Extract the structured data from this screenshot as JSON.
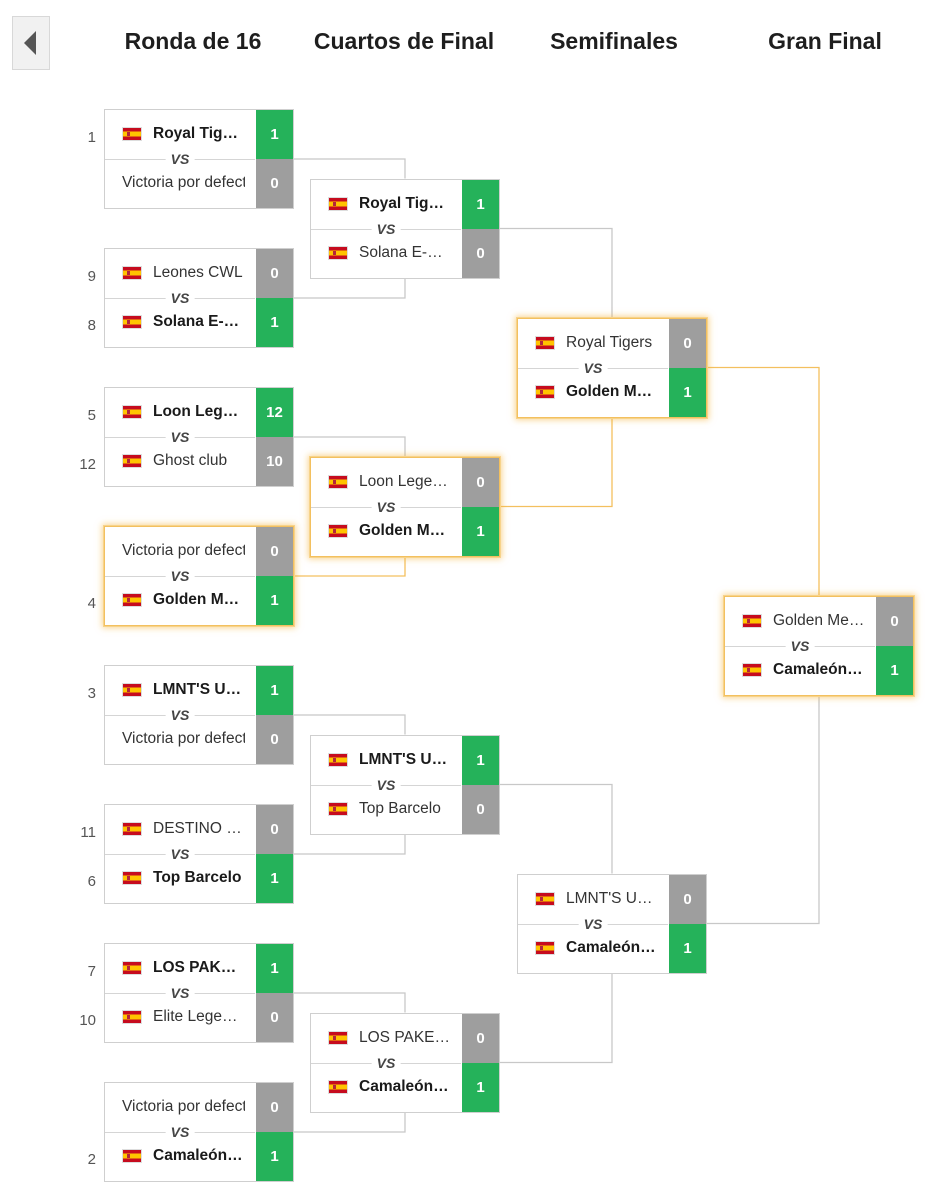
{
  "nav": {
    "back_icon": "chevron-left-icon"
  },
  "rounds": [
    "Ronda de 16",
    "Cuartos de Final",
    "Semifinales",
    "Gran Final"
  ],
  "colors": {
    "win": "#25b25a",
    "loss": "#9e9e9e",
    "highlight": "#f3c05f",
    "connector": "#c8c8c8"
  },
  "matches": [
    {
      "round": 0,
      "index": 0,
      "highlight": false,
      "teams": [
        {
          "seed": "1",
          "name": "Royal Tigers",
          "score": "1",
          "winner": true,
          "flag": true
        },
        {
          "seed": "",
          "name": "Victoria por defecto",
          "score": "0",
          "winner": false,
          "flag": false
        }
      ]
    },
    {
      "round": 0,
      "index": 1,
      "highlight": false,
      "teams": [
        {
          "seed": "9",
          "name": "Leones CWL",
          "score": "0",
          "winner": false,
          "flag": true
        },
        {
          "seed": "8",
          "name": "Solana E-Sports",
          "score": "1",
          "winner": true,
          "flag": true
        }
      ]
    },
    {
      "round": 0,
      "index": 2,
      "highlight": false,
      "teams": [
        {
          "seed": "5",
          "name": "Loon Legends",
          "score": "12",
          "winner": true,
          "flag": true
        },
        {
          "seed": "12",
          "name": "Ghost club",
          "score": "10",
          "winner": false,
          "flag": true
        }
      ]
    },
    {
      "round": 0,
      "index": 3,
      "highlight": true,
      "teams": [
        {
          "seed": "",
          "name": "Victoria por defecto",
          "score": "0",
          "winner": false,
          "flag": false
        },
        {
          "seed": "4",
          "name": "Golden Members",
          "score": "1",
          "winner": true,
          "flag": true
        }
      ]
    },
    {
      "round": 0,
      "index": 4,
      "highlight": false,
      "teams": [
        {
          "seed": "3",
          "name": "LMNT'S UNITED",
          "score": "1",
          "winner": true,
          "flag": true
        },
        {
          "seed": "",
          "name": "Victoria por defecto",
          "score": "0",
          "winner": false,
          "flag": false
        }
      ]
    },
    {
      "round": 0,
      "index": 5,
      "highlight": false,
      "teams": [
        {
          "seed": "11",
          "name": "DESTINO FINAL",
          "score": "0",
          "winner": false,
          "flag": true
        },
        {
          "seed": "6",
          "name": "Top Barcelo",
          "score": "1",
          "winner": true,
          "flag": true
        }
      ]
    },
    {
      "round": 0,
      "index": 6,
      "highlight": false,
      "teams": [
        {
          "seed": "7",
          "name": "LOS PAKETES",
          "score": "1",
          "winner": true,
          "flag": true
        },
        {
          "seed": "10",
          "name": "Elite Legends",
          "score": "0",
          "winner": false,
          "flag": true
        }
      ]
    },
    {
      "round": 0,
      "index": 7,
      "highlight": false,
      "teams": [
        {
          "seed": "",
          "name": "Victoria por defecto",
          "score": "0",
          "winner": false,
          "flag": false
        },
        {
          "seed": "2",
          "name": "Camaleón Gaming",
          "score": "1",
          "winner": true,
          "flag": true
        }
      ]
    },
    {
      "round": 1,
      "index": 0,
      "highlight": false,
      "teams": [
        {
          "seed": "",
          "name": "Royal Tigers",
          "score": "1",
          "winner": true,
          "flag": true
        },
        {
          "seed": "",
          "name": "Solana E-Sports",
          "score": "0",
          "winner": false,
          "flag": true
        }
      ]
    },
    {
      "round": 1,
      "index": 1,
      "highlight": true,
      "teams": [
        {
          "seed": "",
          "name": "Loon Legends",
          "score": "0",
          "winner": false,
          "flag": true
        },
        {
          "seed": "",
          "name": "Golden Members",
          "score": "1",
          "winner": true,
          "flag": true
        }
      ]
    },
    {
      "round": 1,
      "index": 2,
      "highlight": false,
      "teams": [
        {
          "seed": "",
          "name": "LMNT'S UNITED",
          "score": "1",
          "winner": true,
          "flag": true
        },
        {
          "seed": "",
          "name": "Top Barcelo",
          "score": "0",
          "winner": false,
          "flag": true
        }
      ]
    },
    {
      "round": 1,
      "index": 3,
      "highlight": false,
      "teams": [
        {
          "seed": "",
          "name": "LOS PAKETES",
          "score": "0",
          "winner": false,
          "flag": true
        },
        {
          "seed": "",
          "name": "Camaleón Gaming",
          "score": "1",
          "winner": true,
          "flag": true
        }
      ]
    },
    {
      "round": 2,
      "index": 0,
      "highlight": true,
      "teams": [
        {
          "seed": "",
          "name": "Royal Tigers",
          "score": "0",
          "winner": false,
          "flag": true
        },
        {
          "seed": "",
          "name": "Golden Members",
          "score": "1",
          "winner": true,
          "flag": true
        }
      ]
    },
    {
      "round": 2,
      "index": 1,
      "highlight": false,
      "teams": [
        {
          "seed": "",
          "name": "LMNT'S UNITED",
          "score": "0",
          "winner": false,
          "flag": true
        },
        {
          "seed": "",
          "name": "Camaleón Gaming",
          "score": "1",
          "winner": true,
          "flag": true
        }
      ]
    },
    {
      "round": 3,
      "index": 0,
      "highlight": true,
      "teams": [
        {
          "seed": "",
          "name": "Golden Members",
          "score": "0",
          "winner": false,
          "flag": true
        },
        {
          "seed": "",
          "name": "Camaleón Gaming",
          "score": "1",
          "winner": true,
          "flag": true
        }
      ]
    }
  ],
  "vs_label": "VS"
}
